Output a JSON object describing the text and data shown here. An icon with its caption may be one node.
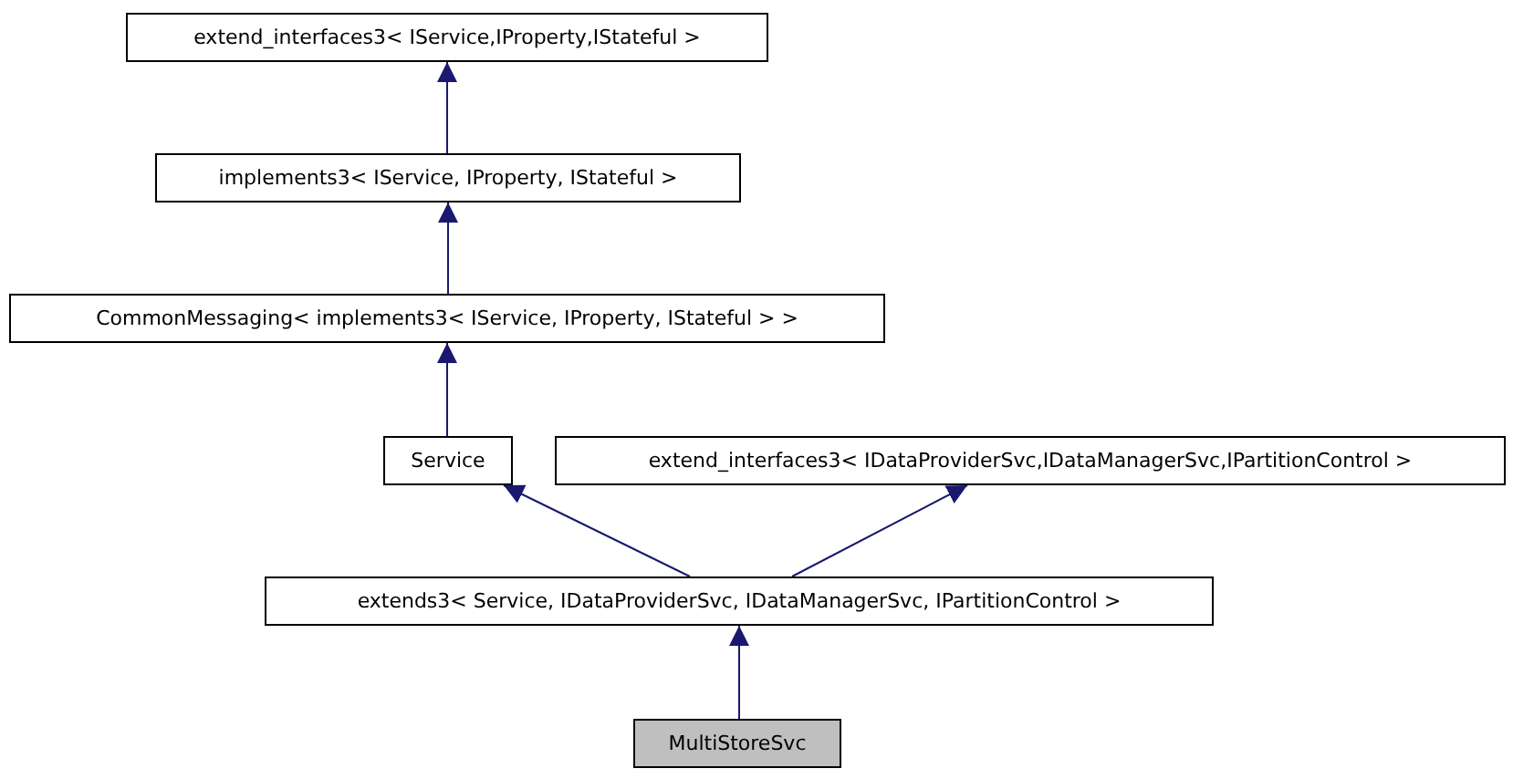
{
  "diagram": {
    "nodes": [
      {
        "text": [
          "extend_interfaces3< IService,IProperty,IStateful >"
        ]
      },
      {
        "text": [
          "implements3< IService, IProperty, IStateful >"
        ]
      },
      {
        "text": [
          "CommonMessaging< implements3< IService, IProperty, IStateful > >"
        ]
      },
      {
        "text": [
          "Service"
        ]
      },
      {
        "text": [
          "extend_interfaces3< IDataProviderSvc,IDataManagerSvc,IPartitionControl >"
        ]
      },
      {
        "text": [
          "extends3< Service, IDataProviderSvc, IDataManagerSvc, IPartitionControl >"
        ]
      },
      {
        "text": [
          "MultiStoreSvc"
        ]
      }
    ],
    "edges": [
      {
        "from": 1,
        "to": 0,
        "arrow": "to"
      },
      {
        "from": 2,
        "to": 1,
        "arrow": "to"
      },
      {
        "from": 3,
        "to": 2,
        "arrow": "to"
      },
      {
        "from": 5,
        "to": 3,
        "arrow": "to"
      },
      {
        "from": 5,
        "to": 4,
        "arrow": "to"
      },
      {
        "from": 6,
        "to": 5,
        "arrow": "to"
      }
    ]
  }
}
